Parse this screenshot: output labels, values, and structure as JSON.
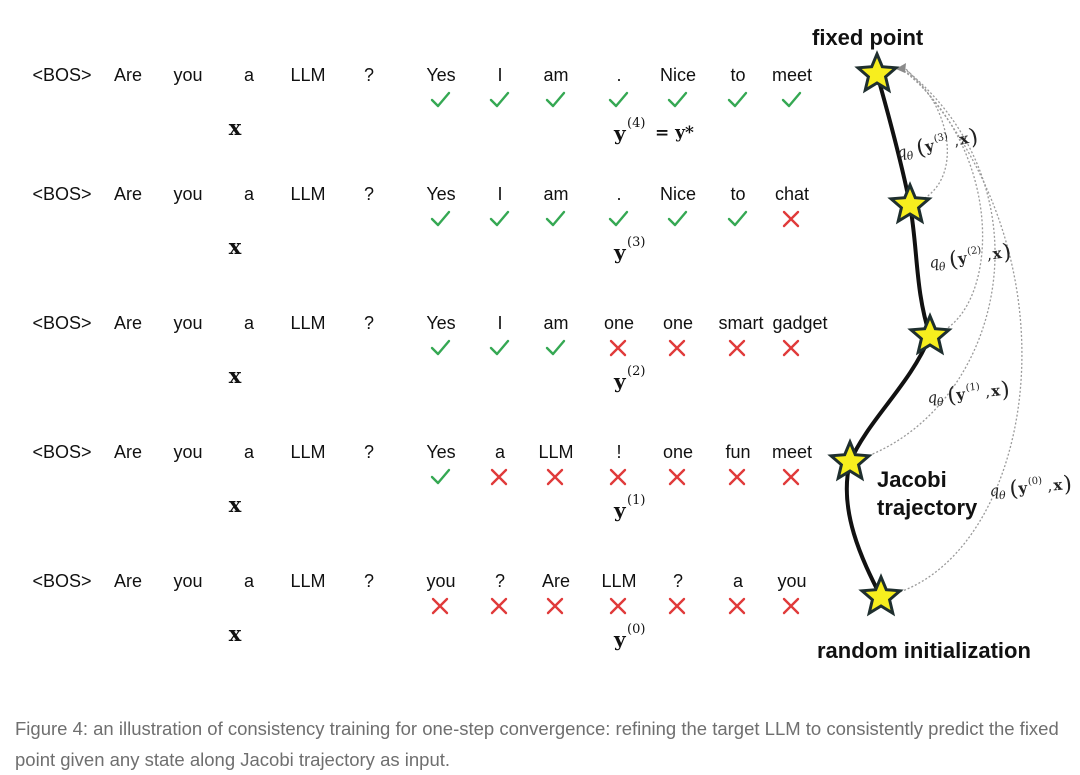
{
  "rows": [
    {
      "input_tokens": [
        "<BOS>",
        "Are",
        "you",
        "a",
        "LLM",
        "?"
      ],
      "x_label": "x",
      "output_tokens": [
        "Yes",
        "I",
        "am",
        ".",
        "Nice",
        "to",
        "meet"
      ],
      "marks": [
        "check",
        "check",
        "check",
        "check",
        "check",
        "check",
        "check"
      ],
      "y_label": "y",
      "y_superscript": "(4)",
      "y_suffix": "= y*"
    },
    {
      "input_tokens": [
        "<BOS>",
        "Are",
        "you",
        "a",
        "LLM",
        "?"
      ],
      "x_label": "x",
      "output_tokens": [
        "Yes",
        "I",
        "am",
        ".",
        "Nice",
        "to",
        "chat"
      ],
      "marks": [
        "check",
        "check",
        "check",
        "check",
        "check",
        "check",
        "cross"
      ],
      "y_label": "y",
      "y_superscript": "(3)",
      "y_suffix": ""
    },
    {
      "input_tokens": [
        "<BOS>",
        "Are",
        "you",
        "a",
        "LLM",
        "?"
      ],
      "x_label": "x",
      "output_tokens": [
        "Yes",
        "I",
        "am",
        "one",
        "one",
        "smart",
        "gadget"
      ],
      "marks": [
        "check",
        "check",
        "check",
        "cross",
        "cross",
        "cross",
        "cross"
      ],
      "y_label": "y",
      "y_superscript": "(2)",
      "y_suffix": ""
    },
    {
      "input_tokens": [
        "<BOS>",
        "Are",
        "you",
        "a",
        "LLM",
        "?"
      ],
      "x_label": "x",
      "output_tokens": [
        "Yes",
        "a",
        "LLM",
        "!",
        "one",
        "fun",
        "meet"
      ],
      "marks": [
        "check",
        "cross",
        "cross",
        "cross",
        "cross",
        "cross",
        "cross"
      ],
      "y_label": "y",
      "y_superscript": "(1)",
      "y_suffix": ""
    },
    {
      "input_tokens": [
        "<BOS>",
        "Are",
        "you",
        "a",
        "LLM",
        "?"
      ],
      "x_label": "x",
      "output_tokens": [
        "you",
        "?",
        "Are",
        "LLM",
        "?",
        "a",
        "you"
      ],
      "marks": [
        "cross",
        "cross",
        "cross",
        "cross",
        "cross",
        "cross",
        "cross"
      ],
      "y_label": "y",
      "y_superscript": "(0)",
      "y_suffix": ""
    }
  ],
  "trajectory": {
    "top_label": "fixed point",
    "middle_label_line1": "Jacobi",
    "middle_label_line2": "trajectory",
    "bottom_label": "random initialization",
    "q_labels": [
      {
        "q": "q",
        "theta": "θ",
        "y": "y",
        "sup": "(3)",
        "x": "x"
      },
      {
        "q": "q",
        "theta": "θ",
        "y": "y",
        "sup": "(2)",
        "x": "x"
      },
      {
        "q": "q",
        "theta": "θ",
        "y": "y",
        "sup": "(1)",
        "x": "x"
      },
      {
        "q": "q",
        "theta": "θ",
        "y": "y",
        "sup": "(0)",
        "x": "x"
      }
    ]
  },
  "colors": {
    "check": "#35a853",
    "cross": "#e03a3a",
    "star_fill": "#f7ee1e",
    "star_stroke": "#1f2f2f",
    "caption": "#6f6f6f"
  },
  "caption": "Figure 4: an illustration of consistency training for one-step convergence: refining the target LLM to consistently predict the fixed point given any state along Jacobi trajectory as input."
}
